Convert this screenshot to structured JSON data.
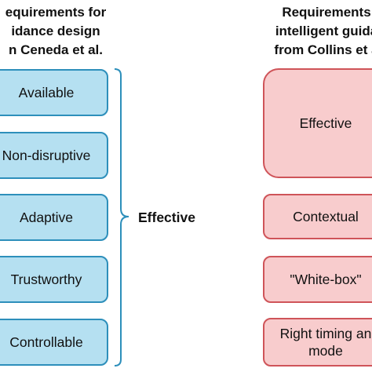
{
  "left": {
    "heading": [
      "equirements for",
      "idance design",
      "n Ceneda et al."
    ],
    "items": [
      "Available",
      "Non-disruptive",
      "Adaptive",
      "Trustworthy",
      "Controllable"
    ]
  },
  "right": {
    "heading": [
      "Requirements",
      "intelligent guida",
      "from Collins et a"
    ],
    "items": [
      "Effective",
      "Contextual",
      "\"White-box\"",
      "Right timing an mode"
    ]
  },
  "connector_label": "Effective",
  "colors": {
    "left_fill": "#b5e0f1",
    "left_border": "#2d8fbb",
    "right_fill": "#f8cccd",
    "right_border": "#cf5459",
    "brace": "#2d8fbb"
  }
}
